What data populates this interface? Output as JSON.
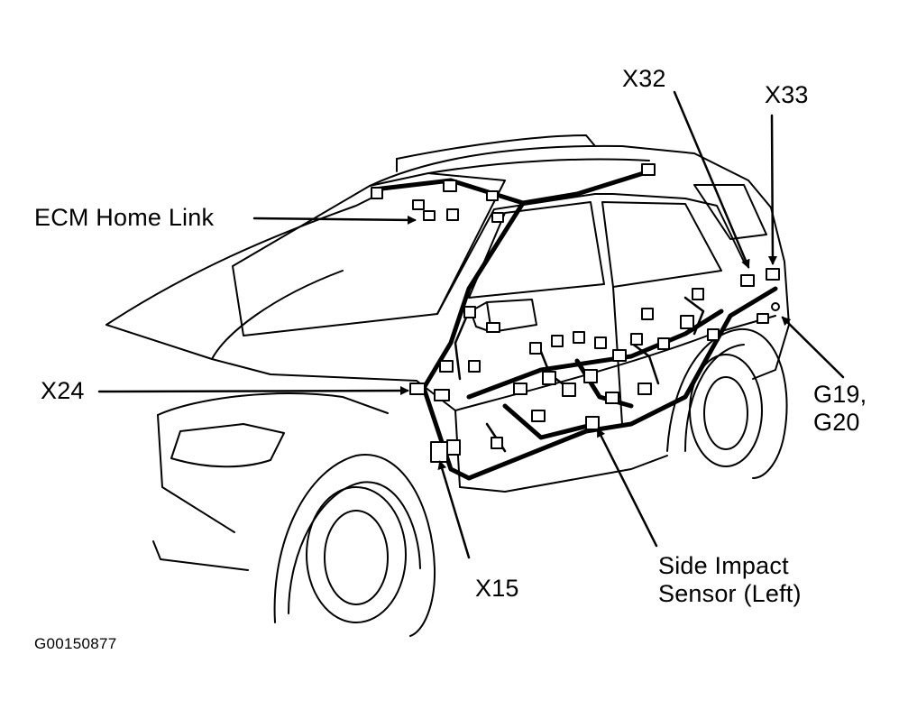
{
  "diagram": {
    "figure_id": "G00150877",
    "callouts": {
      "x32": "X32",
      "x33": "X33",
      "ecm_home_link": "ECM Home Link",
      "x24": "X24",
      "g19": "G19,",
      "g20": "G20",
      "x15": "X15",
      "side_impact_line1": "Side Impact",
      "side_impact_line2": "Sensor (Left)"
    },
    "colors": {
      "ink": "#000000",
      "paper": "#ffffff"
    }
  }
}
